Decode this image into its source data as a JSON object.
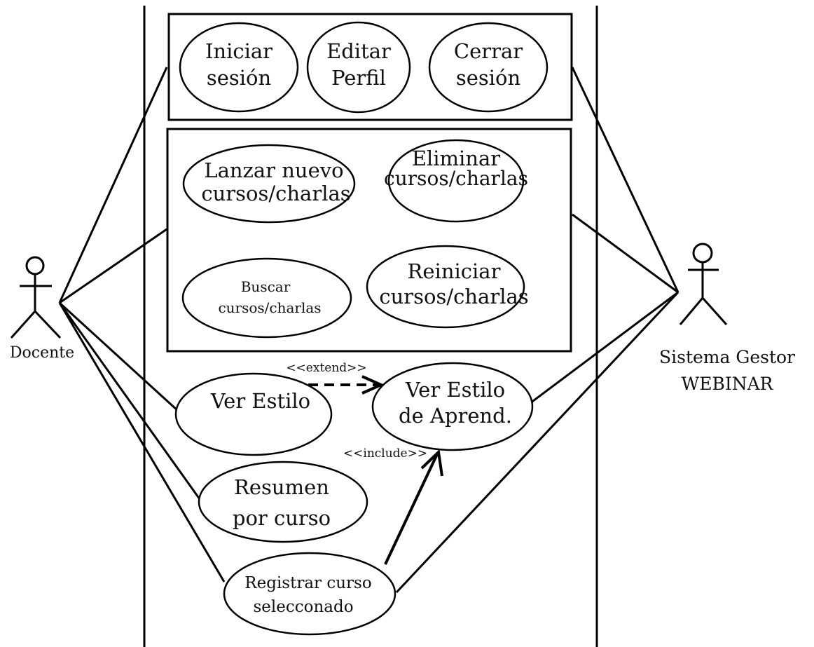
{
  "actors": {
    "docente": {
      "name": "Docente"
    },
    "sistema": {
      "name_line1": "Sistema Gestor",
      "name_line2": "WEBINAR"
    }
  },
  "session_group": {
    "iniciar_sesion": {
      "line1": "Iniciar",
      "line2": "sesión"
    },
    "editar_perfil": {
      "line1": "Editar",
      "line2": "Perfil"
    },
    "cerrar_sesion": {
      "line1": "Cerrar",
      "line2": "sesión"
    }
  },
  "courses_group": {
    "lanzar": {
      "line1": "Lanzar nuevo",
      "line2": "cursos/charlas"
    },
    "eliminar": {
      "line1": "Eliminar",
      "line2": "cursos/charlas"
    },
    "buscar": {
      "line1": "Buscar",
      "line2": "cursos/charlas"
    },
    "reiniciar": {
      "line1": "Reiniciar",
      "line2": "cursos/charlas"
    }
  },
  "use_cases": {
    "ver_estilo": {
      "line1": "Ver Estilo"
    },
    "ver_estilo_aprend": {
      "line1": "Ver Estilo",
      "line2": "de Aprend."
    },
    "resumen": {
      "line1": "Resumen",
      "line2": "por curso"
    },
    "registrar": {
      "line1": "Registrar curso",
      "line2": "selecconado"
    }
  },
  "relations": {
    "extend": "<<extend>>",
    "include": "<<include>>"
  }
}
